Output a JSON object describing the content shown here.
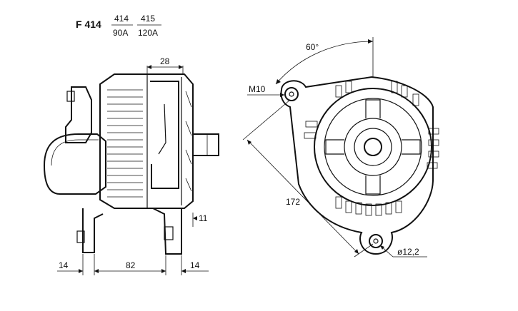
{
  "model": "F 414",
  "variants": [
    {
      "code": "414",
      "rating": "90A"
    },
    {
      "code": "415",
      "rating": "120A"
    }
  ],
  "dimensions": {
    "top_width": "28",
    "right_gap": "11",
    "left_foot": "14",
    "mount_span": "82",
    "right_foot": "14",
    "angle": "60°",
    "bolt_thread": "M10",
    "diagonal": "172",
    "hole_dia": "ø12,2"
  }
}
